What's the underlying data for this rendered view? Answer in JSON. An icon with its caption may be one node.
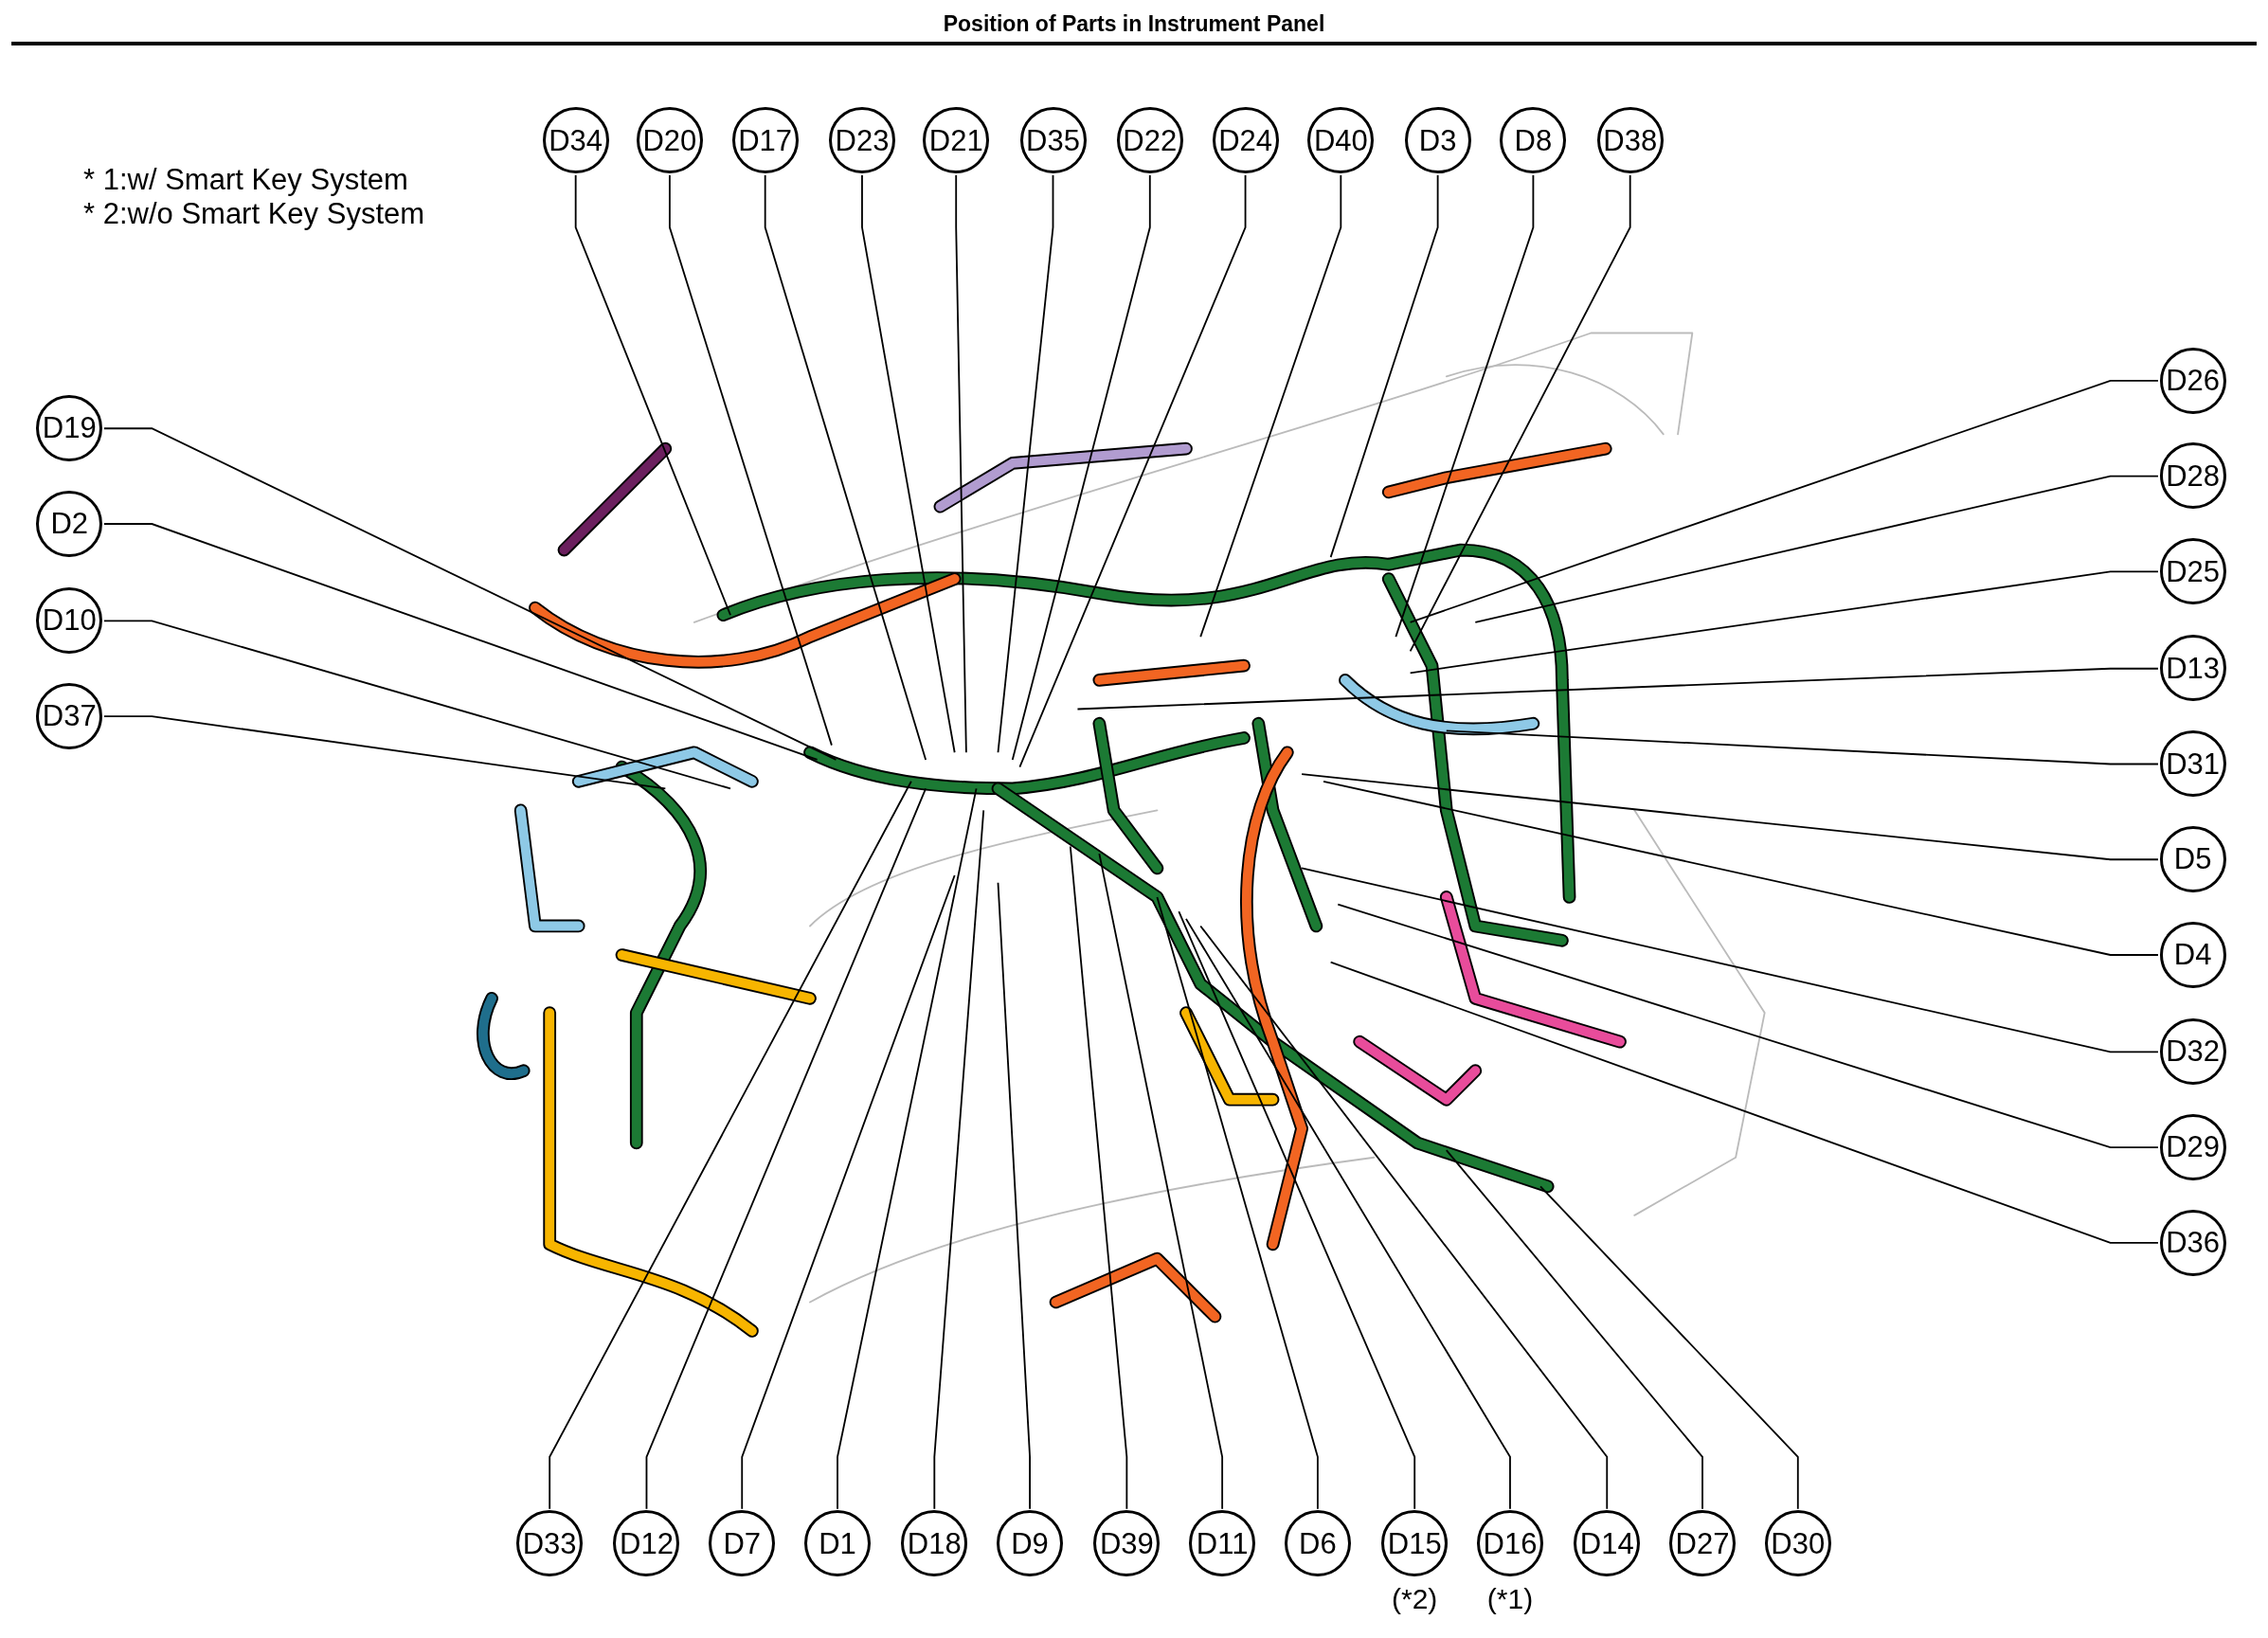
{
  "diagram": {
    "title": "Position of Parts in Instrument Panel",
    "nodes": [
      {
        "text": [
          "D34"
        ]
      },
      {
        "text": [
          "D20"
        ]
      },
      {
        "text": [
          "D17"
        ]
      },
      {
        "text": [
          "D23"
        ]
      },
      {
        "text": [
          "D21"
        ]
      },
      {
        "text": [
          "D35"
        ]
      },
      {
        "text": [
          "D22"
        ]
      },
      {
        "text": [
          "D24"
        ]
      },
      {
        "text": [
          "D40"
        ]
      },
      {
        "text": [
          "D3"
        ]
      },
      {
        "text": [
          "D8"
        ]
      },
      {
        "text": [
          "D38"
        ]
      },
      {
        "text": [
          "D19"
        ]
      },
      {
        "text": [
          "D2"
        ]
      },
      {
        "text": [
          "D10"
        ]
      },
      {
        "text": [
          "D37"
        ]
      },
      {
        "text": [
          "D26"
        ]
      },
      {
        "text": [
          "D28"
        ]
      },
      {
        "text": [
          "D25"
        ]
      },
      {
        "text": [
          "D13"
        ]
      },
      {
        "text": [
          "D31"
        ]
      },
      {
        "text": [
          "D5"
        ]
      },
      {
        "text": [
          "D4"
        ]
      },
      {
        "text": [
          "D32"
        ]
      },
      {
        "text": [
          "D29"
        ]
      },
      {
        "text": [
          "D36"
        ]
      },
      {
        "text": [
          "D33"
        ]
      },
      {
        "text": [
          "D12"
        ]
      },
      {
        "text": [
          "D7"
        ]
      },
      {
        "text": [
          "D1"
        ]
      },
      {
        "text": [
          "D18"
        ]
      },
      {
        "text": [
          "D9"
        ]
      },
      {
        "text": [
          "D39"
        ]
      },
      {
        "text": [
          "D11"
        ]
      },
      {
        "text": [
          "D6"
        ]
      },
      {
        "text": [
          "D15"
        ],
        "beside": [
          "(*2)"
        ]
      },
      {
        "text": [
          "D16"
        ],
        "beside": [
          "(*1)"
        ]
      },
      {
        "text": [
          "D14"
        ]
      },
      {
        "text": [
          "D27"
        ]
      },
      {
        "text": [
          "D30"
        ]
      }
    ],
    "edges": [
      {
        "from": 0,
        "to": null,
        "arrow": "none"
      },
      {
        "from": 1,
        "to": null,
        "arrow": "none"
      },
      {
        "from": 2,
        "to": null,
        "arrow": "none"
      },
      {
        "from": 3,
        "to": null,
        "arrow": "none"
      },
      {
        "from": 4,
        "to": null,
        "arrow": "none"
      },
      {
        "from": 5,
        "to": null,
        "arrow": "none"
      },
      {
        "from": 6,
        "to": null,
        "arrow": "none"
      },
      {
        "from": 7,
        "to": null,
        "arrow": "none"
      },
      {
        "from": 8,
        "to": null,
        "arrow": "none"
      },
      {
        "from": 9,
        "to": null,
        "arrow": "none"
      },
      {
        "from": 10,
        "to": null,
        "arrow": "none"
      },
      {
        "from": 11,
        "to": null,
        "arrow": "none"
      },
      {
        "from": 12,
        "to": null,
        "arrow": "none"
      },
      {
        "from": 13,
        "to": null,
        "arrow": "none"
      },
      {
        "from": 14,
        "to": null,
        "arrow": "none"
      },
      {
        "from": 15,
        "to": null,
        "arrow": "none"
      },
      {
        "from": 16,
        "to": null,
        "arrow": "none"
      },
      {
        "from": 17,
        "to": null,
        "arrow": "none"
      },
      {
        "from": 18,
        "to": null,
        "arrow": "none"
      },
      {
        "from": 19,
        "to": null,
        "arrow": "none"
      },
      {
        "from": 20,
        "to": null,
        "arrow": "none"
      },
      {
        "from": 21,
        "to": null,
        "arrow": "none"
      },
      {
        "from": 22,
        "to": null,
        "arrow": "none"
      },
      {
        "from": 23,
        "to": null,
        "arrow": "none"
      },
      {
        "from": 24,
        "to": null,
        "arrow": "none"
      },
      {
        "from": 25,
        "to": null,
        "arrow": "none"
      },
      {
        "from": 26,
        "to": null,
        "arrow": "none"
      },
      {
        "from": 27,
        "to": null,
        "arrow": "none"
      },
      {
        "from": 28,
        "to": null,
        "arrow": "none"
      },
      {
        "from": 29,
        "to": null,
        "arrow": "none"
      },
      {
        "from": 30,
        "to": null,
        "arrow": "none"
      },
      {
        "from": 31,
        "to": null,
        "arrow": "none"
      },
      {
        "from": 32,
        "to": null,
        "arrow": "none"
      },
      {
        "from": 33,
        "to": null,
        "arrow": "none"
      },
      {
        "from": 34,
        "to": null,
        "arrow": "none"
      },
      {
        "from": 35,
        "to": null,
        "arrow": "none"
      },
      {
        "from": 36,
        "to": null,
        "arrow": "none"
      },
      {
        "from": 37,
        "to": null,
        "arrow": "none"
      },
      {
        "from": 38,
        "to": null,
        "arrow": "none"
      },
      {
        "from": 39,
        "to": null,
        "arrow": "none"
      }
    ],
    "labels": [
      "* 1:w/ Smart Key System",
      "* 2:w/o Smart Key System"
    ]
  }
}
